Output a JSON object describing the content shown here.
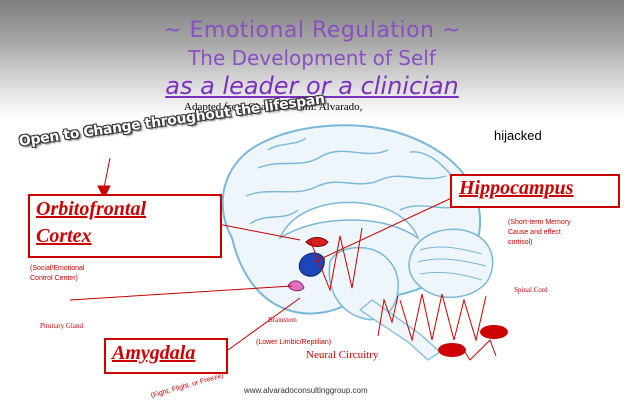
{
  "title": {
    "line1": "~ Emotional Regulation ~",
    "line2": "The Development of Self",
    "line3": "as a leader or a clinician"
  },
  "adapted_from": "Adapted from Chaos to Calm: Alvarado,",
  "banner": "Open to Change throughout the lifespan",
  "hijacked": "hijacked",
  "orbitofrontal": {
    "line1": "Orbitofrontal",
    "line2": "Cortex",
    "note_line1": "(Social/Emotional",
    "note_line2": "Control Center)"
  },
  "hippocampus": {
    "label": "Hippocampus",
    "note_line1": "(Short-term Memory",
    "note_line2": "Cause and effect",
    "note_line3": "cortisol)"
  },
  "amygdala": {
    "label": "Amygdala",
    "note": "(Fight, Flight, or Freeze)"
  },
  "labels": {
    "pituitary": "Pituitary Gland",
    "brainstem": "Brainstem",
    "lower_limbic": "(Lower Limbic/Reptilian)",
    "neural": "Neural Circuitry",
    "spinal": "Spinal Cord"
  },
  "website": "www.alvaradoconsultinggroup.com",
  "colors": {
    "title": "#8a4fc0",
    "accent_red": "#cc0000",
    "brain_outline": "#7ab8d8",
    "brain_fill": "#eef6fb"
  }
}
